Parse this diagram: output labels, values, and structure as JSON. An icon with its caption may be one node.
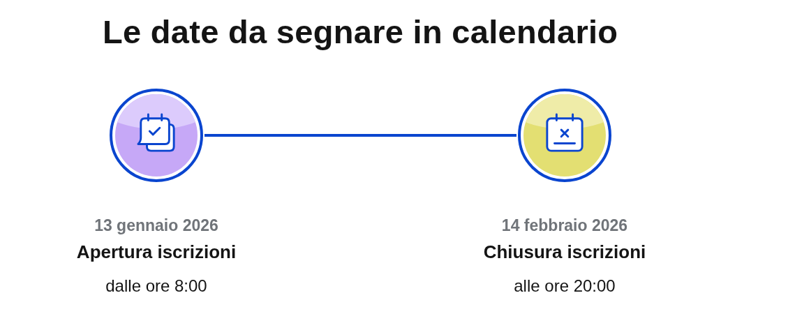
{
  "diagram": {
    "title": "Le date da segnare in calendario",
    "nodes": [
      {
        "text": [],
        "shape": "circle",
        "beside": [
          "13 gennaio 2026",
          "Apertura iscrizioni",
          "dalle ore 8:00"
        ]
      },
      {
        "text": [],
        "shape": "circle",
        "beside": [
          "14 febbraio 2026",
          "Chiusura iscrizioni",
          "alle ore 20:00"
        ]
      }
    ],
    "edges": [
      {
        "from": 0,
        "to": 1,
        "arrow": "none"
      }
    ]
  }
}
